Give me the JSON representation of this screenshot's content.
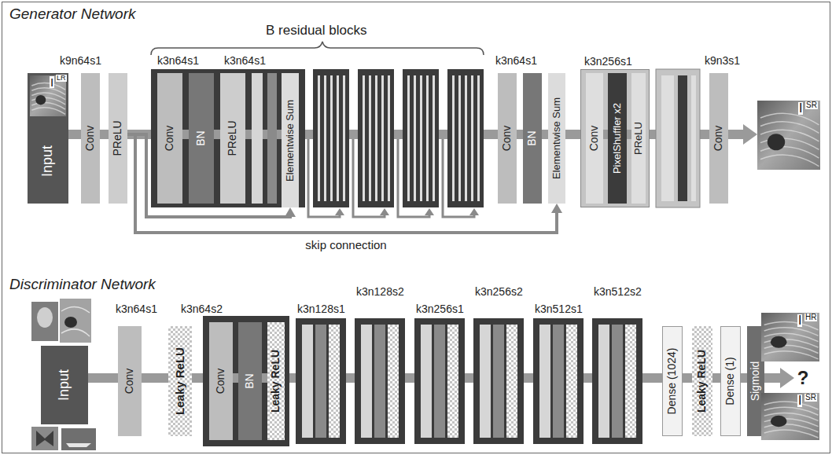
{
  "diagram": {
    "nodes": [
      {
        "text": [
          "I",
          "LR",
          "Input"
        ]
      },
      {
        "text": [
          "k9n64s1",
          "Conv"
        ]
      },
      {
        "text": [
          "PReLU"
        ]
      },
      {
        "text": [
          "k3n64s1",
          "k3n64s1"
        ]
      },
      {
        "text": [
          "Conv"
        ],
        "in": 3
      },
      {
        "text": [
          "BN"
        ],
        "in": 3
      },
      {
        "text": [
          "PReLU"
        ],
        "in": 3
      },
      {
        "text": [
          "Elementwise Sum"
        ],
        "in": 3
      },
      {
        "text": [
          "k3n64s1",
          "Conv"
        ]
      },
      {
        "text": [
          "BN"
        ]
      },
      {
        "text": [
          "Elementwise Sum"
        ]
      },
      {
        "text": [
          "k3n256s1"
        ]
      },
      {
        "text": [
          "Conv"
        ],
        "in": 11
      },
      {
        "text": [
          "PixelShuffler x2"
        ],
        "in": 11
      },
      {
        "text": [
          "PReLU"
        ],
        "in": 11
      },
      {
        "text": [
          "k9n3s1",
          "Conv"
        ]
      },
      {
        "text": [
          "I",
          "SR"
        ]
      },
      {
        "text": [
          "Input"
        ]
      },
      {
        "text": [
          "k3n64s1",
          "Conv"
        ]
      },
      {
        "text": [
          "Leaky ReLU"
        ]
      },
      {
        "text": [
          "k3n64s2"
        ]
      },
      {
        "text": [
          "Conv"
        ],
        "in": 20
      },
      {
        "text": [
          "BN"
        ],
        "in": 20
      },
      {
        "text": [
          "Leaky ReLU"
        ],
        "in": 20
      },
      {
        "text": [
          "k3n128s1"
        ]
      },
      {
        "text": [
          "k3n128s2"
        ]
      },
      {
        "text": [
          "k3n256s1"
        ]
      },
      {
        "text": [
          "k3n256s2"
        ]
      },
      {
        "text": [
          "k3n512s1"
        ]
      },
      {
        "text": [
          "k3n512s2"
        ]
      },
      {
        "text": [
          "Dense (1024)"
        ]
      },
      {
        "text": [
          "Leaky ReLU"
        ]
      },
      {
        "text": [
          "Dense (1)"
        ]
      },
      {
        "text": [
          "Sigmoid"
        ]
      },
      {
        "text": [
          "I",
          "HR"
        ]
      },
      {
        "text": [
          "?"
        ]
      },
      {
        "text": [
          "I",
          "SR"
        ]
      }
    ],
    "edges": [
      {
        "from": 0,
        "to": 1,
        "arrow": "none"
      },
      {
        "from": 1,
        "to": 2,
        "arrow": "none"
      },
      {
        "from": 2,
        "to": 3,
        "arrow": "none"
      },
      {
        "from": 4,
        "to": 5,
        "arrow": "none"
      },
      {
        "from": 5,
        "to": 6,
        "arrow": "none"
      },
      {
        "from": 6,
        "to": 7,
        "arrow": "none"
      },
      {
        "from": 2,
        "to": 7,
        "arrow": "to"
      },
      {
        "from": 3,
        "to": 8,
        "arrow": "none"
      },
      {
        "from": 2,
        "to": 10,
        "label": "skip connection",
        "arrow": "to"
      },
      {
        "from": 8,
        "to": 9,
        "arrow": "none"
      },
      {
        "from": 9,
        "to": 10,
        "arrow": "none"
      },
      {
        "from": 10,
        "to": 11,
        "arrow": "none"
      },
      {
        "from": 12,
        "to": 13,
        "arrow": "none"
      },
      {
        "from": 13,
        "to": 14,
        "arrow": "none"
      },
      {
        "from": 11,
        "to": 15,
        "arrow": "none"
      },
      {
        "from": 15,
        "to": 16,
        "arrow": "to"
      },
      {
        "from": 17,
        "to": 18,
        "arrow": "none"
      },
      {
        "from": 18,
        "to": 19,
        "arrow": "none"
      },
      {
        "from": 19,
        "to": 20,
        "arrow": "none"
      },
      {
        "from": 21,
        "to": 22,
        "arrow": "none"
      },
      {
        "from": 22,
        "to": 23,
        "arrow": "none"
      },
      {
        "from": 20,
        "to": 24,
        "arrow": "none"
      },
      {
        "from": 24,
        "to": 25,
        "arrow": "none"
      },
      {
        "from": 25,
        "to": 26,
        "arrow": "none"
      },
      {
        "from": 26,
        "to": 27,
        "arrow": "none"
      },
      {
        "from": 27,
        "to": 28,
        "arrow": "none"
      },
      {
        "from": 28,
        "to": 29,
        "arrow": "none"
      },
      {
        "from": 29,
        "to": 30,
        "arrow": "none"
      },
      {
        "from": 30,
        "to": 31,
        "arrow": "none"
      },
      {
        "from": 31,
        "to": 32,
        "arrow": "none"
      },
      {
        "from": 32,
        "to": 33,
        "arrow": "none"
      },
      {
        "from": 33,
        "to": 35,
        "arrow": "to"
      }
    ],
    "labels": [
      "Generator Network",
      "B residual blocks",
      "Discriminator Network"
    ]
  }
}
